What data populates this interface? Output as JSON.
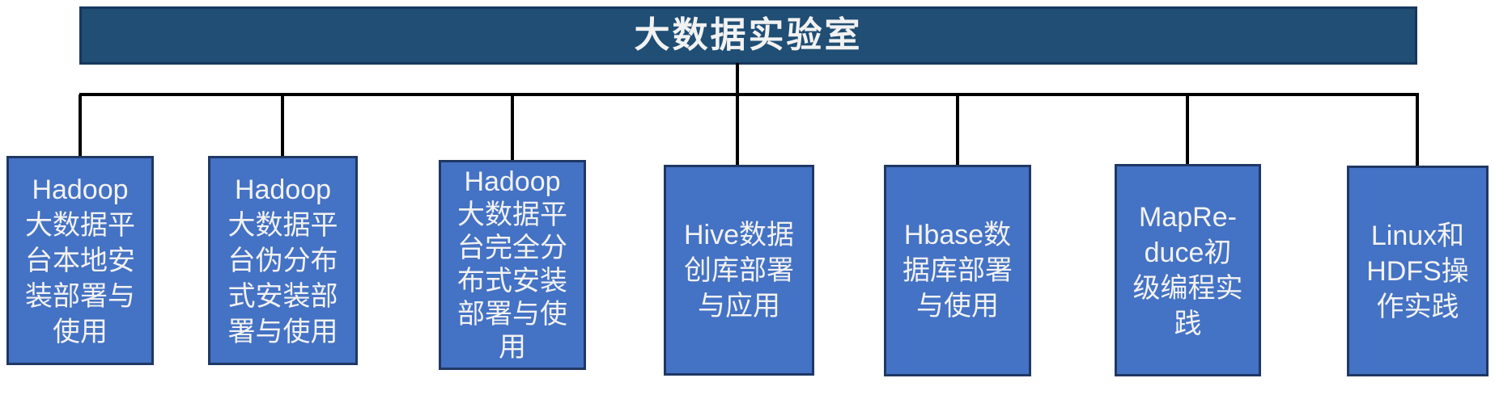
{
  "diagram": {
    "title": {
      "text": "大数据实验室"
    },
    "colors": {
      "background": "#FFFFFF",
      "title_fill": "#204E74",
      "title_border": "#17375E",
      "node_fill": "#4472C4",
      "node_border": "#1F3864",
      "connector": "#000000",
      "text": "#F2F2F2"
    },
    "nodes": [
      {
        "id": "hadoop-local-install",
        "full_text": "Hadoop大数据平台本地安装部署与使用",
        "lines": [
          "Hadoop",
          "大数据平",
          "台本地安",
          "装部署与",
          "使用"
        ]
      },
      {
        "id": "hadoop-pseudo-distributed-install",
        "full_text": "Hadoop大数据平台伪分布式安装部署与使用",
        "lines": [
          "Hadoop",
          "大数据平",
          "台伪分布",
          "式安装部",
          "署与使用"
        ]
      },
      {
        "id": "hadoop-fully-distributed-install",
        "full_text": "Hadoop大数据平台完全分布式安装部署与使用",
        "lines": [
          "Hadoop",
          "大数据平",
          "台完全分",
          "布式安装",
          "部署与使",
          "用"
        ]
      },
      {
        "id": "hive-deploy-apply",
        "full_text": "Hive数据创库部署与应用",
        "lines": [
          "Hive数据",
          "创库部署",
          "与应用"
        ]
      },
      {
        "id": "hbase-deploy-use",
        "full_text": "Hbase数据库部署与使用",
        "lines": [
          "Hbase数",
          "据库部署",
          "与使用"
        ]
      },
      {
        "id": "mapreduce-programming-practice",
        "full_text": "MapReduce初级编程实践",
        "lines": [
          "MapRe-",
          "duce初",
          "级编程实",
          "践"
        ]
      },
      {
        "id": "linux-hdfs-practice",
        "full_text": "Linux和HDFS操作实践",
        "lines": [
          "Linux和",
          "HDFS操",
          "作实践"
        ]
      }
    ]
  }
}
